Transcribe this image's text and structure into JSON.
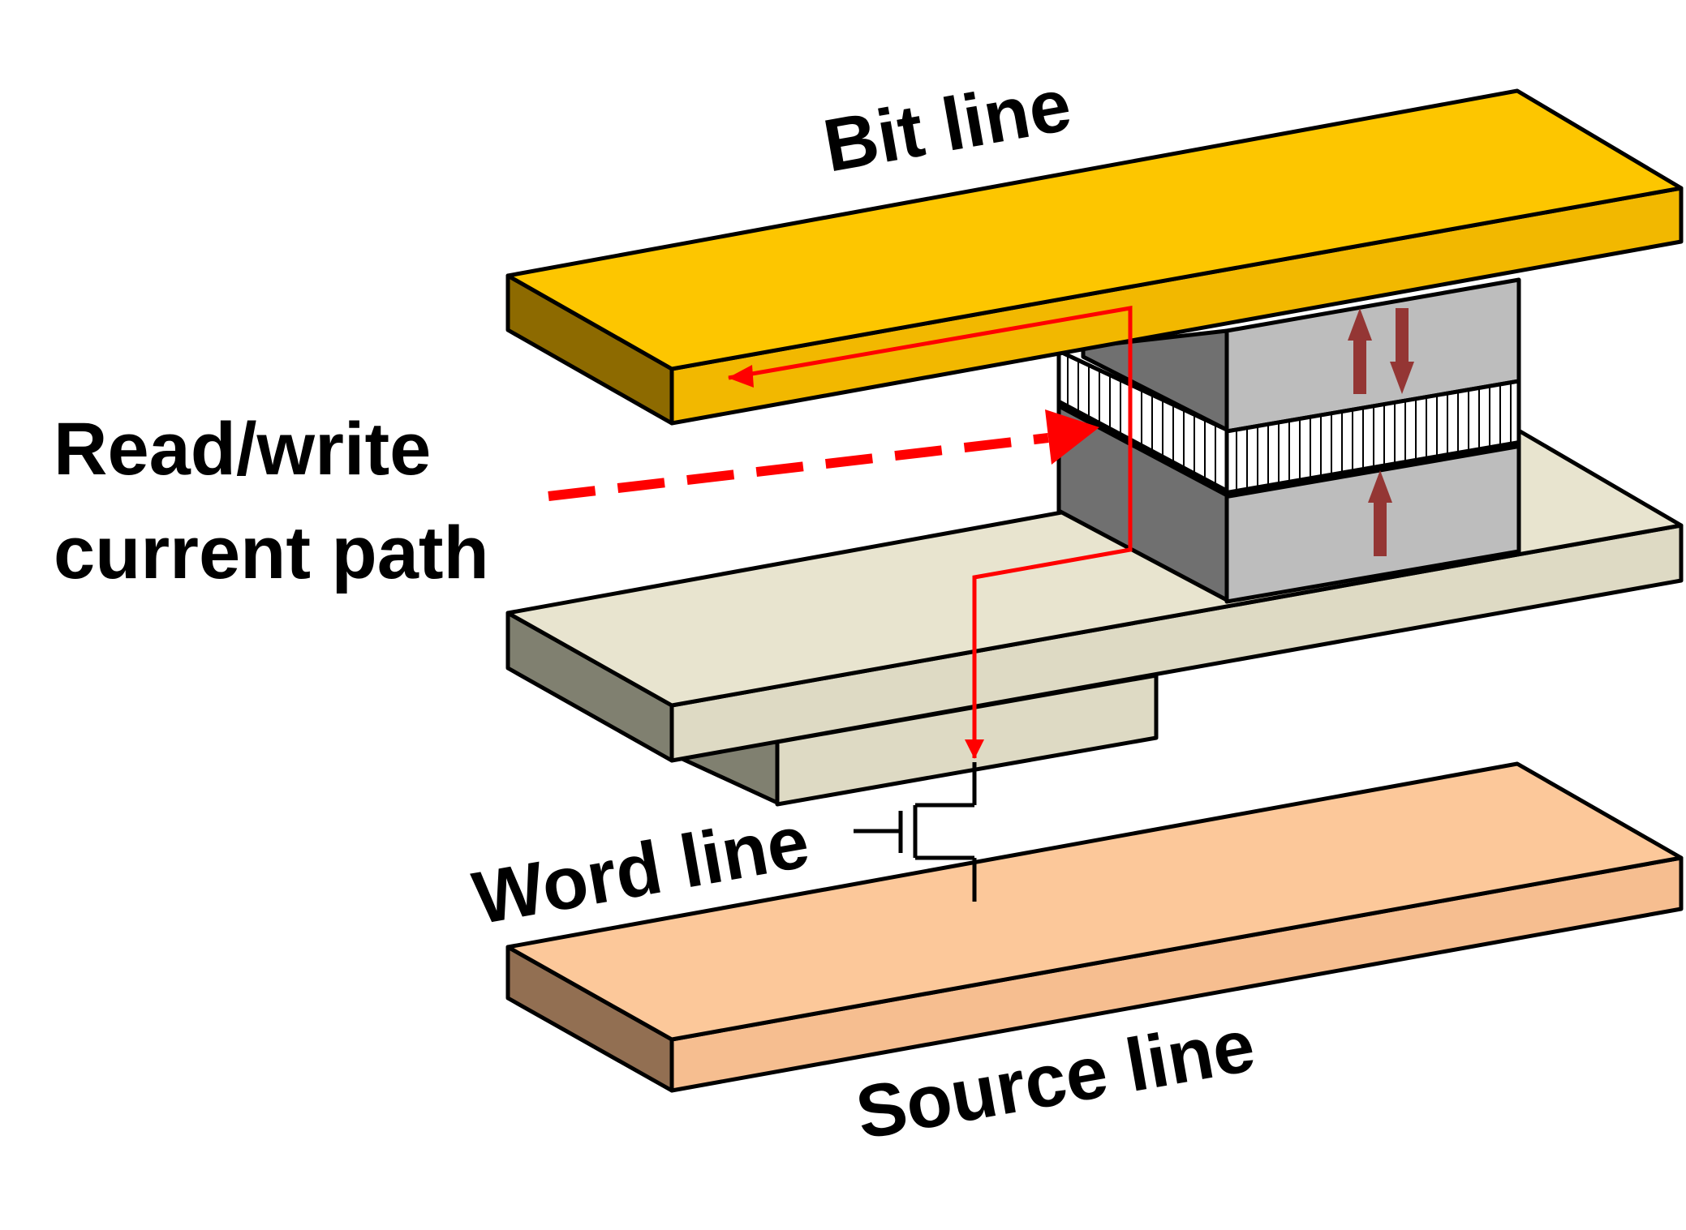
{
  "labels": {
    "bit_line": "Bit line",
    "current_path_line1": "Read/write",
    "current_path_line2": "current path",
    "word_line": "Word line",
    "source_line": "Source line"
  },
  "colors": {
    "bit_line_top": "#FDC600",
    "bit_line_side": "#8D6A00",
    "electrode_top": "#E8E4CF",
    "electrode_side": "#808070",
    "source_line_top": "#FCC89A",
    "source_line_side": "#926F52",
    "mtj_dark": "#707070",
    "mtj_light": "#BDBDBD",
    "current_path": "#FF0000",
    "magnetization_arrow": "#943634"
  }
}
